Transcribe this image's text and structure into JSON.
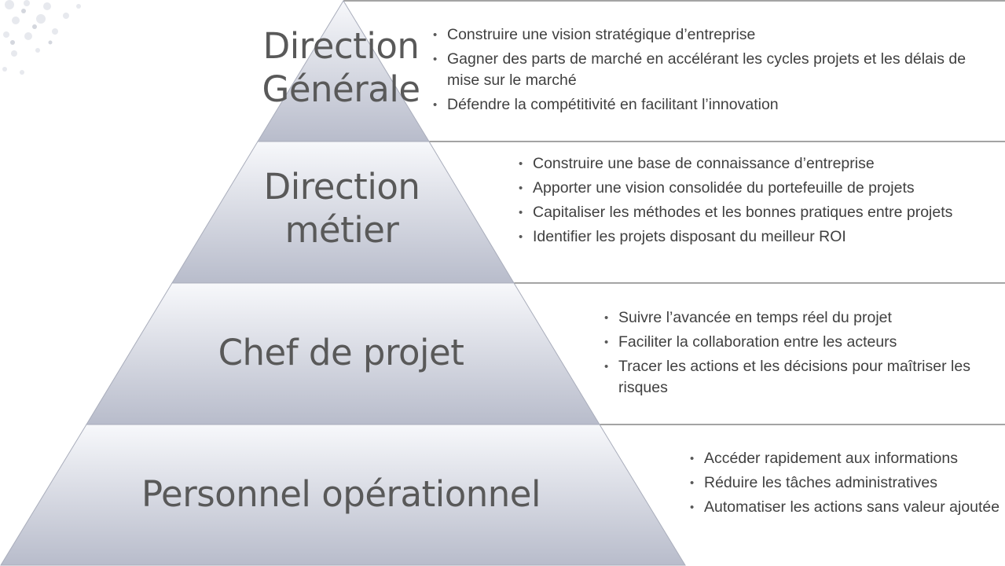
{
  "tiers": [
    {
      "label_lines": [
        "Direction",
        "Générale"
      ],
      "bullets": [
        "Construire une vision stratégique d’entreprise",
        "Gagner des parts de marché en accélérant les cycles projets et les délais de mise sur le marché",
        "Défendre la compétitivité en facilitant l’innovation"
      ]
    },
    {
      "label_lines": [
        "Direction",
        "métier"
      ],
      "bullets": [
        "Construire  une base de connaissance d’entreprise",
        "Apporter une vision consolidée du portefeuille de projets",
        "Capitaliser les méthodes et les bonnes pratiques entre projets",
        "Identifier les projets disposant du meilleur ROI"
      ]
    },
    {
      "label_lines": [
        "Chef de projet"
      ],
      "bullets": [
        "Suivre l’avancée en temps réel du projet",
        "Faciliter la collaboration entre les acteurs",
        "Tracer les actions et les décisions pour maîtriser les risques"
      ]
    },
    {
      "label_lines": [
        "Personnel opérationnel"
      ],
      "bullets": [
        "Accéder rapidement aux informations",
        "Réduire les tâches administratives",
        "Automatiser les actions sans valeur ajoutée"
      ]
    }
  ],
  "colors": {
    "tier_top": "#f7f8fb",
    "tier_bottom": "#b8bccb",
    "tier_border": "#a9adbb",
    "separator_line": "#4a4a4a",
    "label_text": "#595959",
    "bullet_text": "#404040"
  }
}
